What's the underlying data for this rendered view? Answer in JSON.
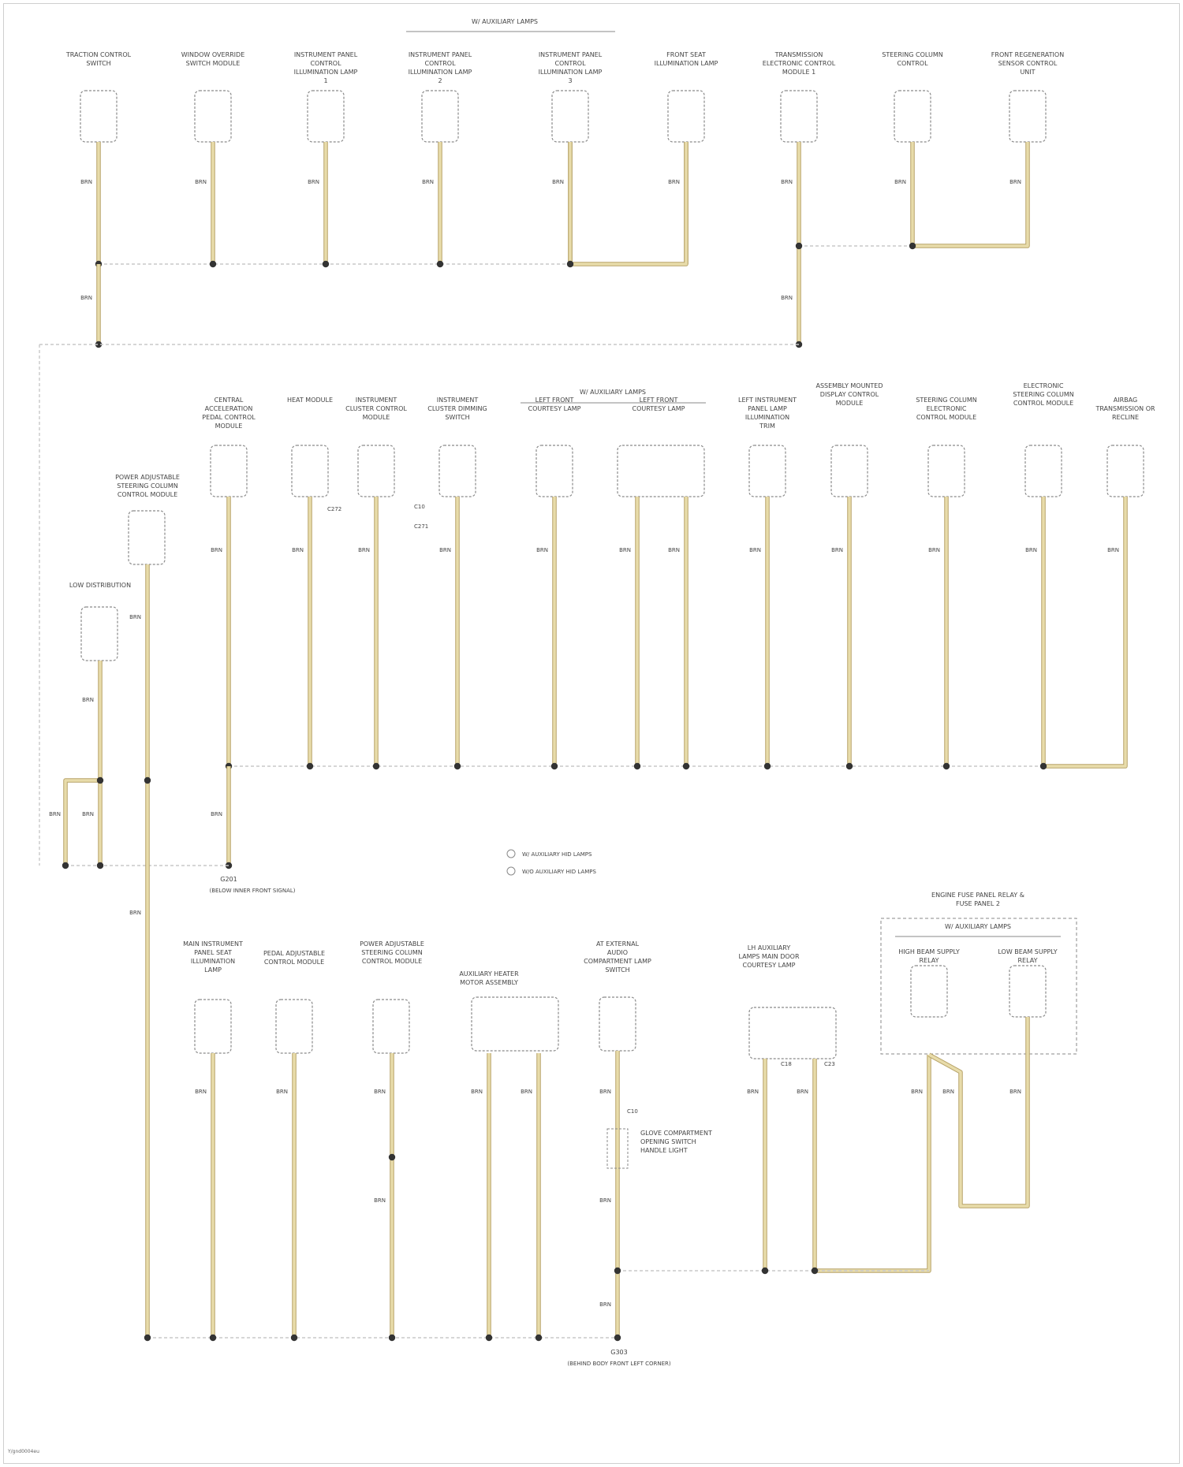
{
  "document": {
    "type": "wiring diagram - ground distribution",
    "footer_code": "Y/gnd0004eu"
  },
  "colors": {
    "wire": "#e8dcaa",
    "wire_edge": "#b8a46a",
    "node": "#333333",
    "component_outline": "#8a8a8a",
    "dashed_bus": "#c9c9c9",
    "text": "#444444"
  },
  "wire_color_code": "BRN",
  "groups": {
    "top_group": "W/ AUXILIARY LAMPS",
    "mid_group_1": "W/ AUXILIARY LAMPS",
    "bottom_group": "W/ AUXILIARY LAMPS"
  },
  "components": {
    "top_1": "TRACTION CONTROL SWITCH",
    "top_2": "WINDOW OVERRIDE SWITCH MODULE",
    "top_3": "INSTRUMENT PANEL CONTROL ILLUMINATION LAMP 1",
    "top_4": "INSTRUMENT PANEL CONTROL ILLUMINATION LAMP 2",
    "top_5": "INSTRUMENT PANEL CONTROL ILLUMINATION LAMP 3",
    "top_6": "FRONT SEAT ILLUMINATION LAMP",
    "top_7": "TRANSMISSION ELECTRONIC CONTROL MODULE 1",
    "top_8": "STEERING COLUMN CONTROL",
    "top_9": "FRONT REGENERATION SENSOR CONTROL UNIT",
    "mid_left_1": "POWER ADJUSTABLE STEERING COLUMN CONTROL MODULE",
    "mid_left_2": "LOW DISTRIBUTION",
    "mid_1": "CENTRAL ACCELERATION PEDAL CONTROL MODULE",
    "mid_2": "HEAT MODULE",
    "mid_3": "INSTRUMENT CLUSTER CONTROL MODULE",
    "mid_4": "INSTRUMENT CLUSTER DIMMING SWITCH",
    "mid_5": "LEFT FRONT COURTESY LAMP",
    "mid_6": "LEFT FRONT COURTESY LAMP",
    "mid_7": "LEFT INSTRUMENT PANEL LAMP ILLUMINATION TRIM",
    "mid_8": "ASSEMBLY MOUNTED DISPLAY CONTROL MODULE",
    "mid_9": "STEERING COLUMN ELECTRONIC CONTROL MODULE",
    "mid_10": "ELECTRONIC STEERING COLUMN CONTROL MODULE",
    "mid_11": "AIRBAG TRANSMISSION OR RECLINE",
    "bot_1": "MAIN INSTRUMENT PANEL SEAT ILLUMINATION LAMP",
    "bot_2": "PEDAL ADJUSTABLE CONTROL MODULE",
    "bot_3": "POWER ADJUSTABLE STEERING COLUMN CONTROL MODULE",
    "bot_4": "AUXILIARY HEATER MOTOR ASSEMBLY",
    "bot_5": "AT EXTERNAL AUDIO COMPARTMENT LAMP SWITCH",
    "bot_6": "LH AUXILIARY LAMPS MAIN DOOR COURTESY LAMP",
    "bot_7": "HIGH BEAM SUPPLY RELAY",
    "bot_8": "LOW BEAM SUPPLY RELAY",
    "bot_box": "ENGINE FUSE PANEL RELAY & FUSE PANEL 2",
    "inline_comp": "GLOVE COMPARTMENT OPENING SWITCH HANDLE LIGHT"
  },
  "grounds": {
    "g1": "G201",
    "g1_desc": "(BELOW INNER FRONT SIGNAL)",
    "g2": "G303",
    "g2_desc": "(BEHIND BODY FRONT LEFT CORNER)"
  },
  "legend": {
    "item1": "W/ AUXILIARY HID LAMPS",
    "item2": "W/O AUXILIARY HID LAMPS"
  },
  "pins": {
    "p1": "C272",
    "p2": "C10",
    "p3": "C271",
    "p4": "C10",
    "p5": "C18",
    "p6": "C23"
  }
}
